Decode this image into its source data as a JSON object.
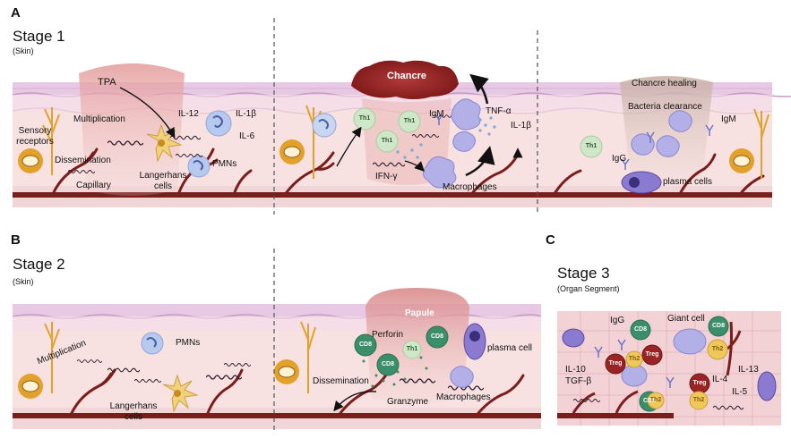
{
  "panels": {
    "a": "A",
    "b": "B",
    "c": "C"
  },
  "stage1": {
    "title": "Stage 1",
    "subtitle": "(Skin)",
    "col1": {
      "tpa": "TPA",
      "multiplication": "Multiplication",
      "sensory_receptors": "Sensory\nreceptors",
      "dissemination": "Dissemination",
      "capillary": "Capillary",
      "langerhans": "Langerhans\ncells",
      "il12": "IL-12",
      "il1b": "IL-1β",
      "il6": "IL-6",
      "pmns": "PMNs"
    },
    "col2": {
      "chancre": "Chancre",
      "igm": "IgM",
      "tnfa": "TNF-α",
      "il1b": "IL-1β",
      "ifng": "IFN-γ",
      "macrophages": "Macrophages",
      "th1": "Th1"
    },
    "col3": {
      "chancre_healing": "Chancre healing",
      "bacteria_clearance": "Bacteria clearance",
      "igm": "IgM",
      "igg": "IgG",
      "plasma_cells": "plasma cells",
      "th1": "Th1"
    }
  },
  "stage2": {
    "title": "Stage 2",
    "subtitle": "(Skin)",
    "col1": {
      "multiplication": "Multiplication",
      "pmns": "PMNs",
      "langerhans": "Langerhans\ncells"
    },
    "col2": {
      "papule": "Papule",
      "perforin": "Perforin",
      "plasma_cell": "plasma cell",
      "dissemination": "Dissemination",
      "granzyme": "Granzyme",
      "macrophages": "Macrophages",
      "cd8": "CD8",
      "th1": "Th1"
    }
  },
  "stage3": {
    "title": "Stage 3",
    "subtitle": "(Organ Segment)",
    "igg": "IgG",
    "giant_cell": "Giant cell",
    "il10": "IL-10",
    "tgfb": "TGF-β",
    "il13": "IL-13",
    "il4": "IL-4",
    "il5": "IL-5",
    "cd8": "CD8",
    "treg": "Treg",
    "th2": "Th2"
  },
  "colors": {
    "epidermis": "#e8c9e4",
    "epidermis_line": "#c89ac4",
    "dermis": "#f7e1e1",
    "dermis_lower": "#f0d6d6",
    "vessel": "#7a1d1d",
    "chancre": "#8c1e1e",
    "papule": "#e2a4a4",
    "tpa_zone": "#e8a8a8",
    "th1": "#cfe6c8",
    "cd8": "#3a8f6a",
    "treg": "#9a2424",
    "th2": "#f0c85a",
    "macrophage": "#b3b0e8",
    "pmn": "#b7c9ee",
    "langerhans": "#f1d27a",
    "sensory": "#e2a12a",
    "organ_bg": "#f3d2d6"
  },
  "icons": [
    "sensory-receptor-icon",
    "langerhans-cell-icon",
    "pmn-icon",
    "th1-cell-icon",
    "macrophage-icon",
    "plasma-cell-icon",
    "cd8-cell-icon",
    "treg-cell-icon",
    "th2-cell-icon",
    "giant-cell-icon",
    "antibody-icon",
    "treponema-icon",
    "capillary-icon"
  ]
}
